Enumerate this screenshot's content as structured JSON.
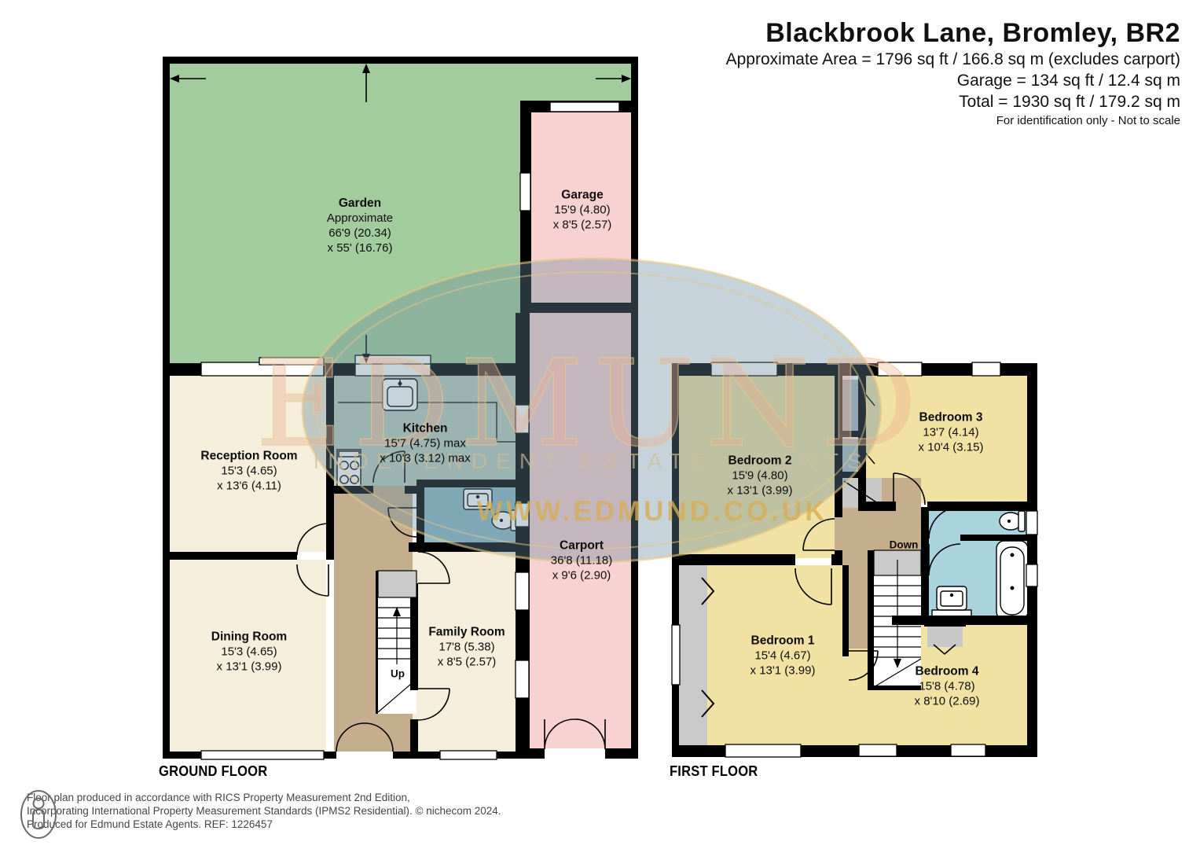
{
  "header": {
    "title": "Blackbrook Lane, Bromley, BR2",
    "area_line": "Approximate Area = 1796 sq ft / 166.8 sq m (excludes carport)",
    "garage_line": "Garage = 134 sq ft / 12.4 sq m",
    "total_line": "Total = 1930 sq ft / 179.2 sq m",
    "disclaimer": "For identification only - Not to scale"
  },
  "floors": {
    "ground": "GROUND FLOOR",
    "first": "FIRST FLOOR"
  },
  "rooms": {
    "garden": {
      "name": "Garden",
      "l1": "Approximate",
      "l2": "66'9 (20.34)",
      "l3": "x 55' (16.76)"
    },
    "garage": {
      "name": "Garage",
      "l1": "15'9 (4.80)",
      "l2": "x 8'5 (2.57)"
    },
    "reception": {
      "name": "Reception Room",
      "l1": "15'3 (4.65)",
      "l2": "x 13'6 (4.11)"
    },
    "kitchen": {
      "name": "Kitchen",
      "l1": "15'7 (4.75) max",
      "l2": "x 10'3 (3.12) max"
    },
    "dining": {
      "name": "Dining Room",
      "l1": "15'3 (4.65)",
      "l2": "x 13'1 (3.99)"
    },
    "family": {
      "name": "Family Room",
      "l1": "17'8 (5.38)",
      "l2": "x 8'5 (2.57)"
    },
    "carport": {
      "name": "Carport",
      "l1": "36'8 (11.18)",
      "l2": "x 9'6 (2.90)"
    },
    "bedroom1": {
      "name": "Bedroom 1",
      "l1": "15'4 (4.67)",
      "l2": "x 13'1 (3.99)"
    },
    "bedroom2": {
      "name": "Bedroom 2",
      "l1": "15'9 (4.80)",
      "l2": "x 13'1 (3.99)"
    },
    "bedroom3": {
      "name": "Bedroom 3",
      "l1": "13'7 (4.14)",
      "l2": "x 10'4 (3.15)"
    },
    "bedroom4": {
      "name": "Bedroom 4",
      "l1": "15'8 (4.78)",
      "l2": "x 8'10 (2.69)"
    }
  },
  "stairs": {
    "up": "Up",
    "down": "Down"
  },
  "watermark": {
    "brand": "EDMUND",
    "tagline": "INDEPENDENT ESTATE AGENTS",
    "website": "WWW.EDMUND.CO.UK"
  },
  "footer": {
    "line1": "Floor plan produced in accordance with RICS Property Measurement 2nd Edition,",
    "line2": "Incorporating International Property Measurement Standards (IPMS2 Residential).  © nichecom 2024.",
    "line3": "Produced for Edmund Estate Agents.   REF:    1226457"
  },
  "colors": {
    "garden_green": "#a2cc9d",
    "garage_pink": "#f8d2d1",
    "room_cream": "#f4eeda",
    "bedroom_yellow": "#f1e2a4",
    "hallway_tan": "#c5ae8e",
    "bathroom_blue": "#aad4dd",
    "closet_gray_blue": "#a9bcc3",
    "bay_gray": "#c9c9c9",
    "wall_black": "#000000",
    "watermark_gold": "#d4af5a"
  }
}
